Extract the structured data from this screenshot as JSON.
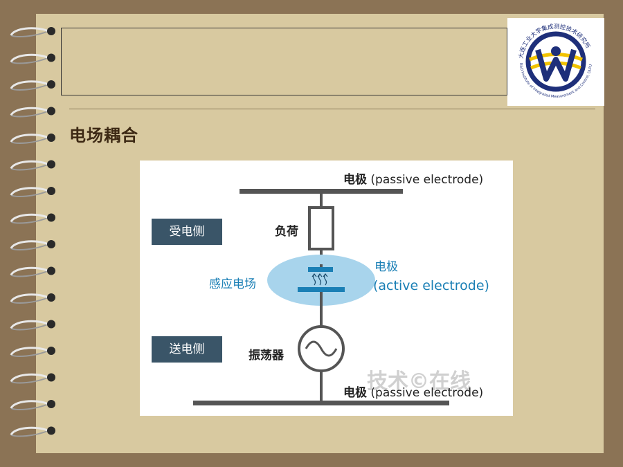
{
  "slide": {
    "heading": "电场耦合",
    "logo": {
      "arc_text_cn": "大连工业大学集成测控技术研究所",
      "arc_text_en": "R&D Institute of Integrated Measurement and Control, DLPU"
    },
    "colors": {
      "background": "#8b7355",
      "paper": "#d8c9a0",
      "heading": "#3d2914"
    }
  },
  "diagram": {
    "top_electrode": {
      "cn": "电极",
      "en": "(passive electrode)"
    },
    "bottom_electrode": {
      "cn": "电极",
      "en": "(passive electrode)"
    },
    "load": "负荷",
    "active_electrode": {
      "cn": "电极",
      "en": "(active electrode)"
    },
    "field": "感应电场",
    "receiver_side": "受电侧",
    "transmitter_side": "送电侧",
    "oscillator": "振荡器",
    "watermark": "技术©在线",
    "colors": {
      "accent": "#1a7fb5",
      "box": "#3a5568",
      "line": "#555555",
      "field": "#a8d4ec"
    }
  }
}
